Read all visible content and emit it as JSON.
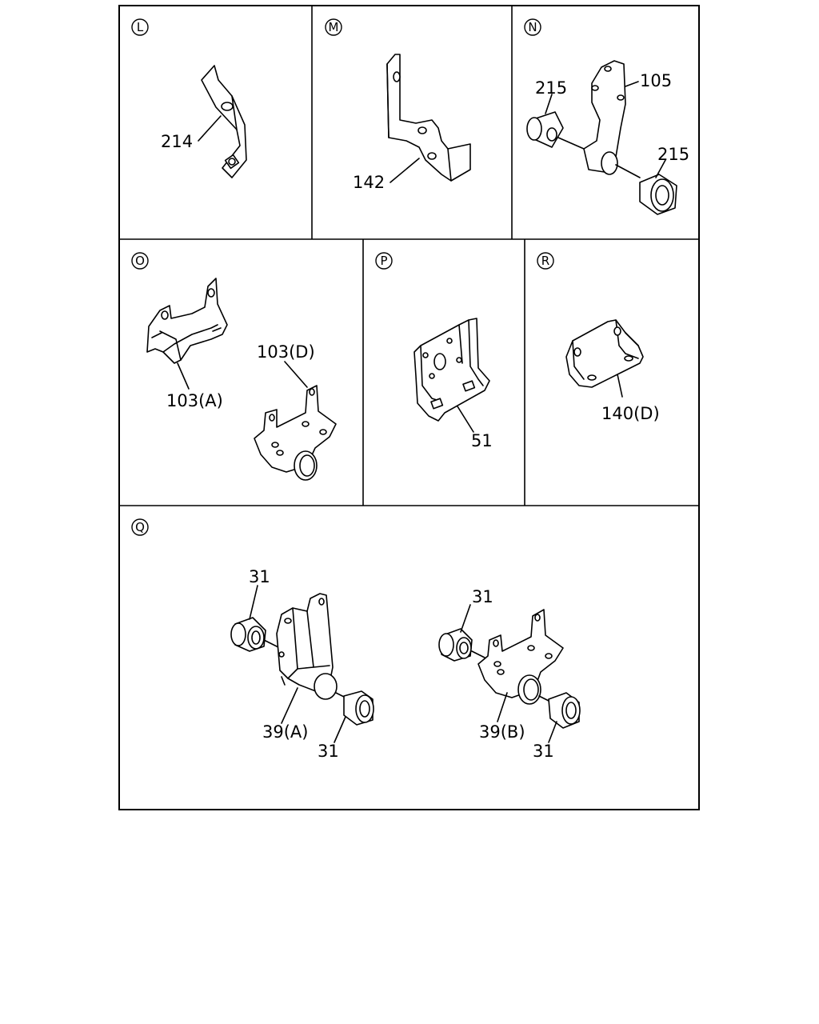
{
  "panels": {
    "L": {
      "letter": "L",
      "labels": [
        "214"
      ]
    },
    "M": {
      "letter": "M",
      "labels": [
        "142"
      ]
    },
    "N": {
      "letter": "N",
      "labels": [
        "215",
        "105",
        "215"
      ]
    },
    "O": {
      "letter": "O",
      "labels": [
        "103(A)",
        "103(D)"
      ]
    },
    "P": {
      "letter": "P",
      "labels": [
        "51"
      ]
    },
    "R": {
      "letter": "R",
      "labels": [
        "140(D)"
      ]
    },
    "Q": {
      "letter": "Q",
      "labels": [
        "31",
        "39(A)",
        "31",
        "31",
        "39(B)",
        "31"
      ]
    }
  }
}
